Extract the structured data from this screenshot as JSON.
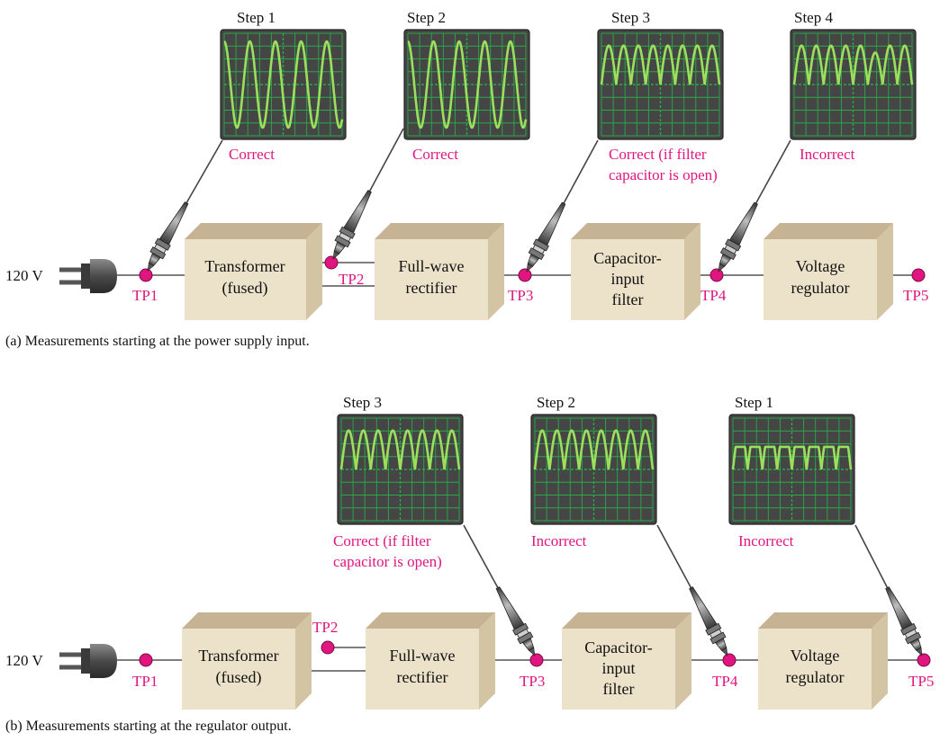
{
  "colors": {
    "magenta": "#e0157f",
    "scope_bg": "#454545",
    "grid": "#2aa84a",
    "trace": "#9ae05c",
    "block_front": "#ece1c9",
    "block_top": "#c5b393",
    "block_side": "#d3c4a4"
  },
  "input_label": "120 V",
  "panel_a": {
    "caption": "(a)  Measurements starting at the power supply input.",
    "blocks": [
      {
        "lines": [
          "Transformer",
          "(fused)"
        ]
      },
      {
        "lines": [
          "Full-wave",
          "rectifier"
        ]
      },
      {
        "lines": [
          "Capacitor-",
          "input",
          "filter"
        ]
      },
      {
        "lines": [
          "Voltage",
          "regulator"
        ]
      }
    ],
    "test_points": [
      "TP1",
      "TP2",
      "TP3",
      "TP4",
      "TP5"
    ],
    "scopes": [
      {
        "step": "Step 1",
        "result": [
          "Correct"
        ],
        "waveform": "sine"
      },
      {
        "step": "Step 2",
        "result": [
          "Correct"
        ],
        "waveform": "sine"
      },
      {
        "step": "Step 3",
        "result": [
          "Correct (if filter",
          "capacitor is open)"
        ],
        "waveform": "full-wave"
      },
      {
        "step": "Step 4",
        "result": [
          "Incorrect"
        ],
        "waveform": "full-wave-with-drop"
      }
    ]
  },
  "panel_b": {
    "caption": "(b)  Measurements starting at the regulator output.",
    "blocks": [
      {
        "lines": [
          "Transformer",
          "(fused)"
        ]
      },
      {
        "lines": [
          "Full-wave",
          "rectifier"
        ]
      },
      {
        "lines": [
          "Capacitor-",
          "input",
          "filter"
        ]
      },
      {
        "lines": [
          "Voltage",
          "regulator"
        ]
      }
    ],
    "test_points": [
      "TP1",
      "TP2",
      "TP3",
      "TP4",
      "TP5"
    ],
    "scopes": [
      {
        "step": "Step 3",
        "result": [
          "Correct (if filter",
          "capacitor is open)"
        ],
        "waveform": "full-wave"
      },
      {
        "step": "Step 2",
        "result": [
          "Incorrect"
        ],
        "waveform": "full-wave"
      },
      {
        "step": "Step 1",
        "result": [
          "Incorrect"
        ],
        "waveform": "clipped-full-wave"
      }
    ]
  }
}
